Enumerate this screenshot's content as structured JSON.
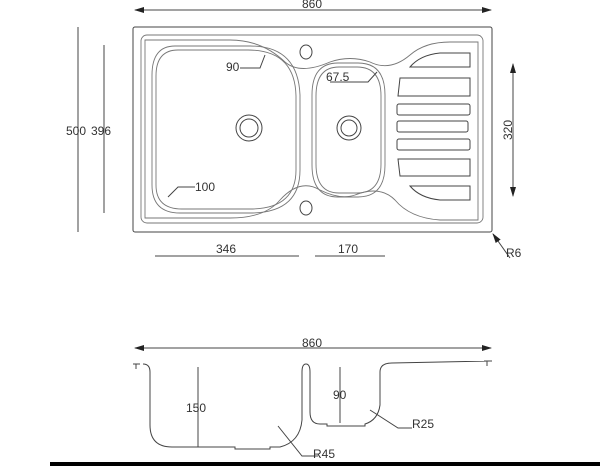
{
  "top_view": {
    "overall_width": "860",
    "overall_depth": "500",
    "bowl_depth": "396",
    "drainer_length": "320",
    "corner_radius": "R6",
    "large_bowl_width": "346",
    "small_bowl_width": "170",
    "radius_90": "90",
    "radius_67_5": "67.5",
    "radius_100": "100"
  },
  "section_view": {
    "overall_width": "860",
    "large_bowl_height": "150",
    "small_bowl_height": "90",
    "radius_large": "R45",
    "radius_small": "R25"
  }
}
